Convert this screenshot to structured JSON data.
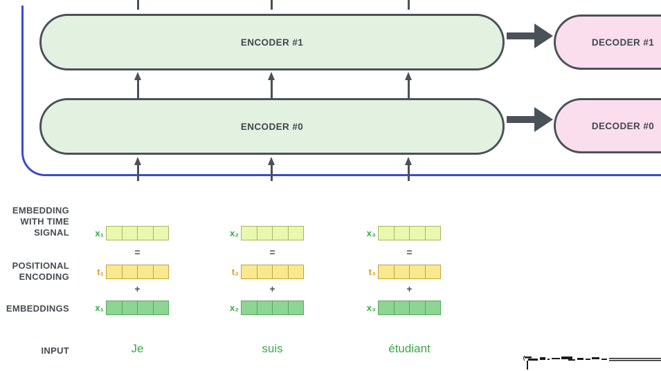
{
  "encoders": [
    {
      "label": "ENCODER #1"
    },
    {
      "label": "ENCODER #0"
    }
  ],
  "decoders": [
    {
      "label": "DECODER #1"
    },
    {
      "label": "DECODER #0"
    }
  ],
  "row_labels": {
    "embedding_with_time_signal": [
      "EMBEDDING",
      "WITH TIME",
      "SIGNAL"
    ],
    "positional_encoding": [
      "POSITIONAL",
      "ENCODING"
    ],
    "embeddings": [
      "EMBEDDINGS"
    ],
    "input": [
      "INPUT"
    ]
  },
  "operators": {
    "equals": "=",
    "plus": "+"
  },
  "columns": [
    {
      "time_vector_label": "x₁",
      "positional_vector_label": "t₁",
      "embedding_vector_label": "x₁",
      "input_word": "Je"
    },
    {
      "time_vector_label": "x₂",
      "positional_vector_label": "t₂",
      "embedding_vector_label": "x₂",
      "input_word": "suis"
    },
    {
      "time_vector_label": "x₃",
      "positional_vector_label": "t₃",
      "embedding_vector_label": "x₃",
      "input_word": "étudiant"
    }
  ],
  "vector_cells_per_row": 4,
  "colors": {
    "encoder_fill": "#e3f1e0",
    "decoder_fill": "#fbdeee",
    "outline_dark": "#4a5158",
    "skip_line_blue": "#3a4ad0",
    "time_signal_fill": "#e9f8ae",
    "time_signal_border": "#a9b45f",
    "positional_fill": "#f9e98e",
    "positional_border": "#bfa244",
    "embedding_fill": "#8ed492",
    "embedding_border": "#55a85c",
    "x_label_green": "#3aa845",
    "t_label_orange": "#d8a01d",
    "label_text_dark": "#454c53"
  }
}
